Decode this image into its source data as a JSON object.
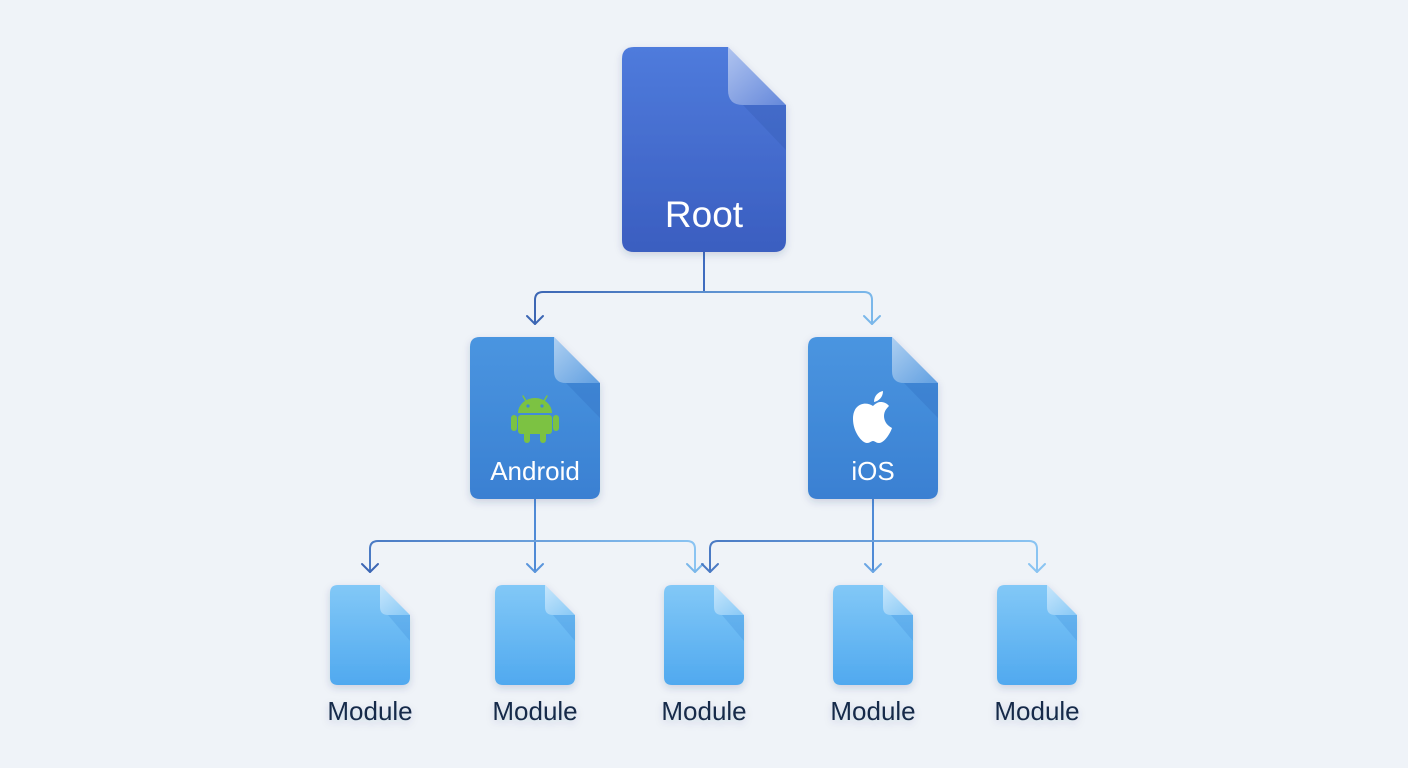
{
  "diagram": {
    "type": "tree",
    "colors": {
      "background": "#eff3f8",
      "root_fill": "#3f66c8",
      "platform_fill": "#3e8ad8",
      "module_fill": "#5eb3f2",
      "connector": "#4a7cc9",
      "module_label": "#132a4a",
      "node_text": "#ffffff",
      "android_green": "#7cc242"
    },
    "root": {
      "id": "root",
      "label": "Root",
      "icon": "file-icon"
    },
    "platforms": [
      {
        "id": "android",
        "label": "Android",
        "icon": "android-icon",
        "parent": "root"
      },
      {
        "id": "ios",
        "label": "iOS",
        "icon": "apple-icon",
        "parent": "root"
      }
    ],
    "modules": [
      {
        "id": "module-1",
        "label": "Module",
        "parents": [
          "android"
        ]
      },
      {
        "id": "module-2",
        "label": "Module",
        "parents": [
          "android"
        ]
      },
      {
        "id": "module-3",
        "label": "Module",
        "parents": [
          "android",
          "ios"
        ]
      },
      {
        "id": "module-4",
        "label": "Module",
        "parents": [
          "ios"
        ]
      },
      {
        "id": "module-5",
        "label": "Module",
        "parents": [
          "ios"
        ]
      }
    ]
  }
}
